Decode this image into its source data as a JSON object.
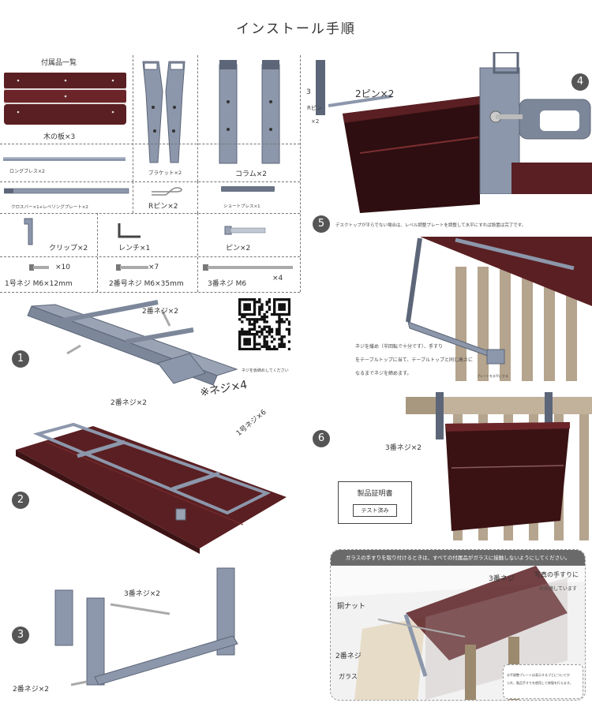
{
  "page": {
    "title": "インストール手順"
  },
  "parts": {
    "heading": "付属品一覧",
    "boards": "木の板×3",
    "long_brace": "ロングブレス×2",
    "bracket": "ブラケット×2",
    "column": "コラム×2",
    "crossbar": "クロスバー×1+レベリングプレート×2",
    "rpin": "Rピン×2",
    "short_brace": "ショートブレス×1",
    "clip": "クリップ×2",
    "wrench": "レンチ×1",
    "pin": "ピン×2",
    "screw1_count": "×10",
    "screw1_name": "1号ネジ M6×12mm",
    "screw2_count": "×7",
    "screw2_name": "2番号ネジ M6×35mm",
    "screw3_name": "3番ネジ M6",
    "screw3_count": "×4"
  },
  "steps": {
    "s1": {
      "num": "1",
      "screw_label": "2番ネジ×2",
      "note_label": "※ネジ×4",
      "note_small": "ネジを仮締めしてください"
    },
    "s2": {
      "num": "2",
      "screw2_label": "2番ネジ×2",
      "screw1_label": "1号ネジ×6"
    },
    "s3": {
      "num": "3",
      "screw3_label": "3番ネジ×2",
      "screw2_label": "2番ネジ×2"
    },
    "s4": {
      "num": "4",
      "pin_label": "2ピン×2",
      "side_3": "3",
      "side_rpin": "Rピン",
      "side_x2": "×2"
    },
    "s5": {
      "num": "5",
      "note": "デスクトップが平らでない場合は、レベル調整プレートを調整して水平にすれば設置は完了です。",
      "body_1": "ネジを緩め（半回転で十分です）、手すり",
      "body_2": "をテーブルトップに当て、テーブルトップと同じ高さに",
      "body_3": "なるまでネジを締めます。",
      "small_label": "プレートを水平にする"
    },
    "s6": {
      "num": "6",
      "screw_label": "3番ネジ×2"
    }
  },
  "certificate": {
    "title": "製品証明書",
    "stamp": "テスト済み"
  },
  "glass": {
    "banner": "ガラスの手すりを取り付けるときは、すべての付属品がガラスに接触しないようにしてください。",
    "screw3": "3番ネジ",
    "nut": "銅ナット",
    "screw2": "2番ネジ",
    "glass": "ガラス",
    "photo_1": "写真の手すりに",
    "photo_2": "のみ適しています",
    "small_1": "水平調整プレートは表示するプとについてか",
    "small_2": "られ、製品手すりを使用して修復を行えます。"
  },
  "colors": {
    "wood": "#5a1f22",
    "wood_light": "#7b2e31",
    "metal": "#8c97ab",
    "metal_dark": "#5c6678",
    "rail": "#b5a48e"
  }
}
